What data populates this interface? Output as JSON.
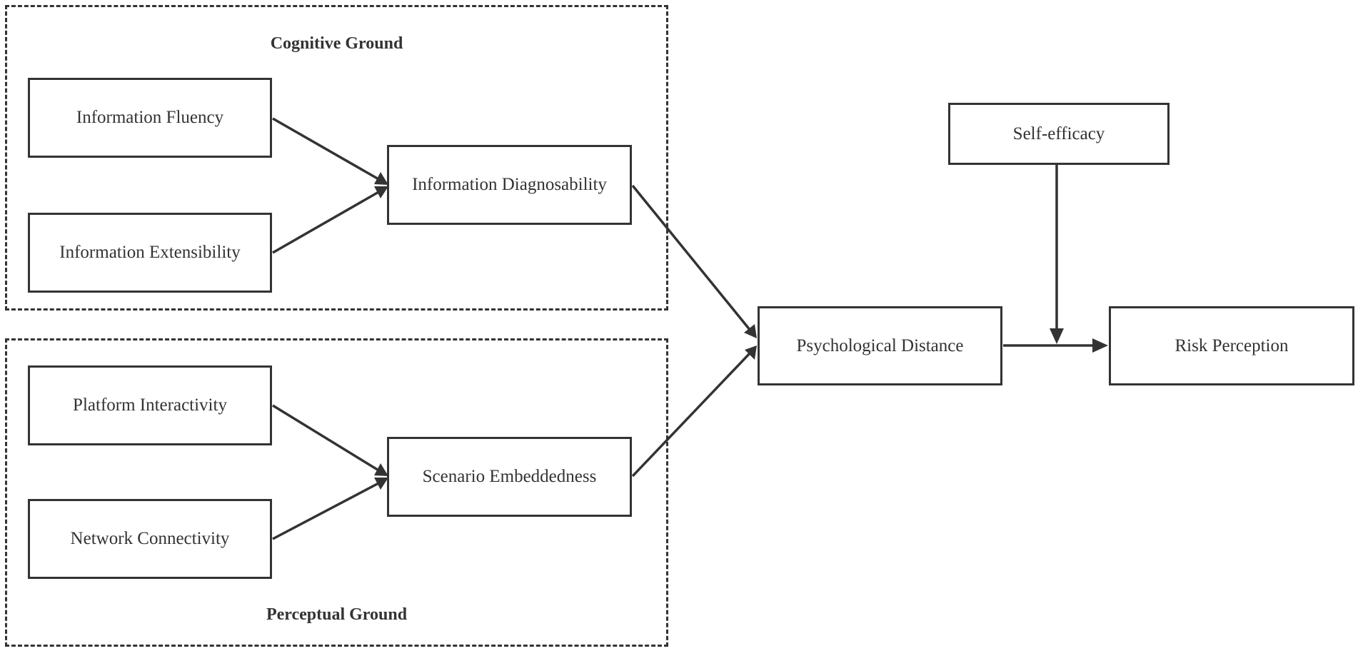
{
  "groups": {
    "cognitive": "Cognitive Ground",
    "perceptual": "Perceptual Ground"
  },
  "nodes": {
    "information_fluency": "Information Fluency",
    "information_extensibility": "Information Extensibility",
    "information_diagnosability": "Information Diagnosability",
    "platform_interactivity": "Platform Interactivity",
    "network_connectivity": "Network Connectivity",
    "scenario_embeddedness": "Scenario Embeddedness",
    "psychological_distance": "Psychological Distance",
    "self_efficacy": "Self-efficacy",
    "risk_perception": "Risk Perception"
  },
  "colors": {
    "stroke": "#333333",
    "background": "#ffffff"
  }
}
